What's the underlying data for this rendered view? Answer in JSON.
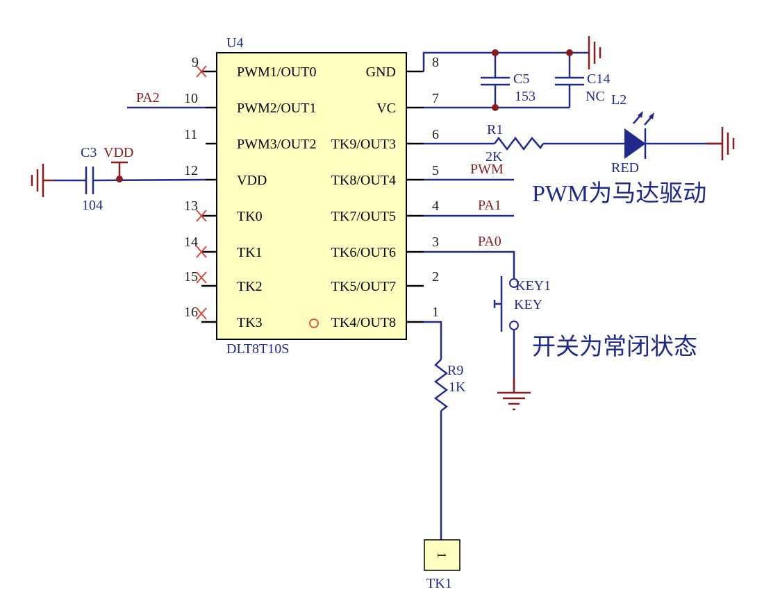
{
  "chip": {
    "ref": "U4",
    "part": "DLT8T10S",
    "left_pins": [
      {
        "num": "9",
        "name": "PWM1/OUT0"
      },
      {
        "num": "10",
        "name": "PWM2/OUT1"
      },
      {
        "num": "11",
        "name": "PWM3/OUT2"
      },
      {
        "num": "12",
        "name": "VDD"
      },
      {
        "num": "13",
        "name": "TK0"
      },
      {
        "num": "14",
        "name": "TK1"
      },
      {
        "num": "15",
        "name": "TK2"
      },
      {
        "num": "16",
        "name": "TK3"
      }
    ],
    "right_pins": [
      {
        "num": "8",
        "name": "GND"
      },
      {
        "num": "7",
        "name": "VC"
      },
      {
        "num": "6",
        "name": "TK9/OUT3"
      },
      {
        "num": "5",
        "name": "TK8/OUT4"
      },
      {
        "num": "4",
        "name": "TK7/OUT5"
      },
      {
        "num": "3",
        "name": "TK6/OUT6"
      },
      {
        "num": "2",
        "name": "TK5/OUT7"
      },
      {
        "num": "1",
        "name": "TK4/OUT8"
      }
    ]
  },
  "nets": {
    "pa2": "PA2",
    "vdd": "VDD",
    "pwm": "PWM",
    "pa1": "PA1",
    "pa0": "PA0"
  },
  "components": {
    "c3": {
      "ref": "C3",
      "value": "104"
    },
    "c5": {
      "ref": "C5",
      "value": "153"
    },
    "c14": {
      "ref": "C14",
      "value": "NC"
    },
    "r1": {
      "ref": "R1",
      "value": "2K"
    },
    "led": {
      "ref": "L2",
      "value": "RED"
    },
    "key": {
      "ref": "KEY1",
      "value": "KEY"
    },
    "r9": {
      "ref": "R9",
      "value": "1K"
    },
    "tk1": {
      "ref": "TK1",
      "pin": "1"
    }
  },
  "notes": {
    "pwm_note": "PWM为马达驱动",
    "switch_note": "开关为常闭状态"
  },
  "colors": {
    "chip_fill": "#ffffc0",
    "wire": "#1f2b8c",
    "ground": "#8b1a1a",
    "junction": "#8b1a1a",
    "led": "#1f2b8c",
    "nc_marker": "#e0463a"
  }
}
